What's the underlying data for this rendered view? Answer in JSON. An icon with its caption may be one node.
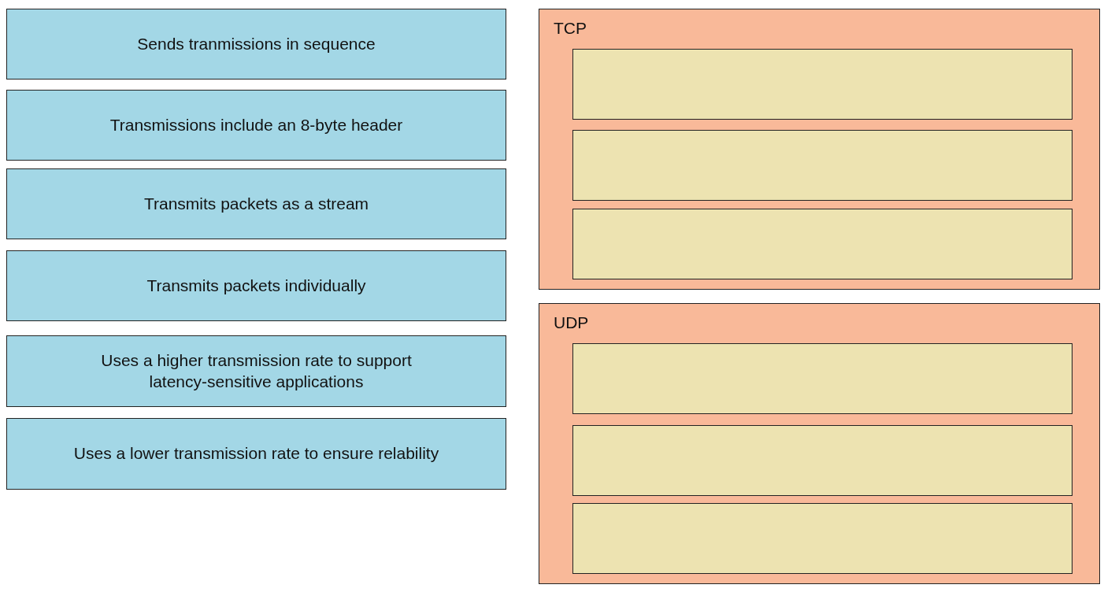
{
  "diagram": {
    "nodes": [
      {
        "text": [
          "Sends tranmissions in sequence"
        ]
      },
      {
        "text": [
          "Transmissions include an 8-byte header"
        ]
      },
      {
        "text": [
          "Transmits packets as a stream"
        ]
      },
      {
        "text": [
          "Transmits packets individually"
        ]
      },
      {
        "text": [
          "Uses a higher transmission rate to support latency-sensitive applications"
        ]
      },
      {
        "text": [
          "Uses a lower transmission rate to ensure relability"
        ]
      },
      {
        "text": [
          "TCP"
        ]
      },
      {
        "text": [],
        "shape": "box",
        "in": 6
      },
      {
        "text": [],
        "shape": "box",
        "in": 6
      },
      {
        "text": [],
        "shape": "box",
        "in": 6
      },
      {
        "text": [
          "UDP"
        ]
      },
      {
        "text": [],
        "shape": "box",
        "in": 10
      },
      {
        "text": [],
        "shape": "box",
        "in": 10
      },
      {
        "text": [],
        "shape": "box",
        "in": 10
      }
    ],
    "edges": []
  }
}
